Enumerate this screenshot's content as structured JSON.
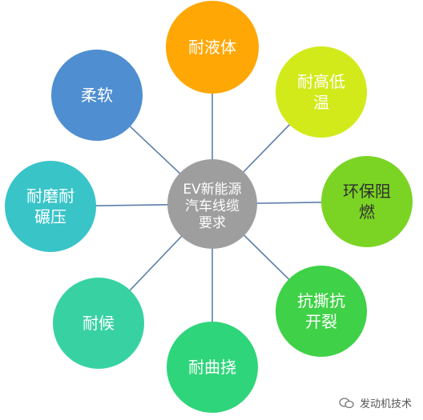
{
  "center": {
    "lines": [
      "EV新能源",
      "汽车线缆",
      "要求"
    ],
    "color": "#9e9e9e"
  },
  "nodes": [
    {
      "id": "liquid-resistant",
      "lines": [
        "耐液体"
      ],
      "color": "#ffa705",
      "text_color": "#ffffff"
    },
    {
      "id": "temperature-resistant",
      "lines": [
        "耐高低",
        "温"
      ],
      "color": "#d2ea1a",
      "text_color": "#ffffff"
    },
    {
      "id": "eco-flame-retardant",
      "lines": [
        "环保阻",
        "燃"
      ],
      "color": "#7bd424",
      "text_color": "#2f2f2f"
    },
    {
      "id": "tear-resistant",
      "lines": [
        "抗撕抗",
        "开裂"
      ],
      "color": "#3fd147",
      "text_color": "#ffffff"
    },
    {
      "id": "bend-resistant",
      "lines": [
        "耐曲挠"
      ],
      "color": "#2fd57a",
      "text_color": "#ffffff"
    },
    {
      "id": "weather-resistant",
      "lines": [
        "耐候"
      ],
      "color": "#38d2a2",
      "text_color": "#ffffff"
    },
    {
      "id": "abrasion-crush-resistant",
      "lines": [
        "耐磨耐",
        "碾压"
      ],
      "color": "#39c4c8",
      "text_color": "#ffffff"
    },
    {
      "id": "flexible",
      "lines": [
        "柔软"
      ],
      "color": "#4f8ed0",
      "text_color": "#ffffff"
    }
  ],
  "connector_color": "#5b7ea8",
  "footer": {
    "icon": "wechat-icon",
    "text": "发动机技术"
  }
}
